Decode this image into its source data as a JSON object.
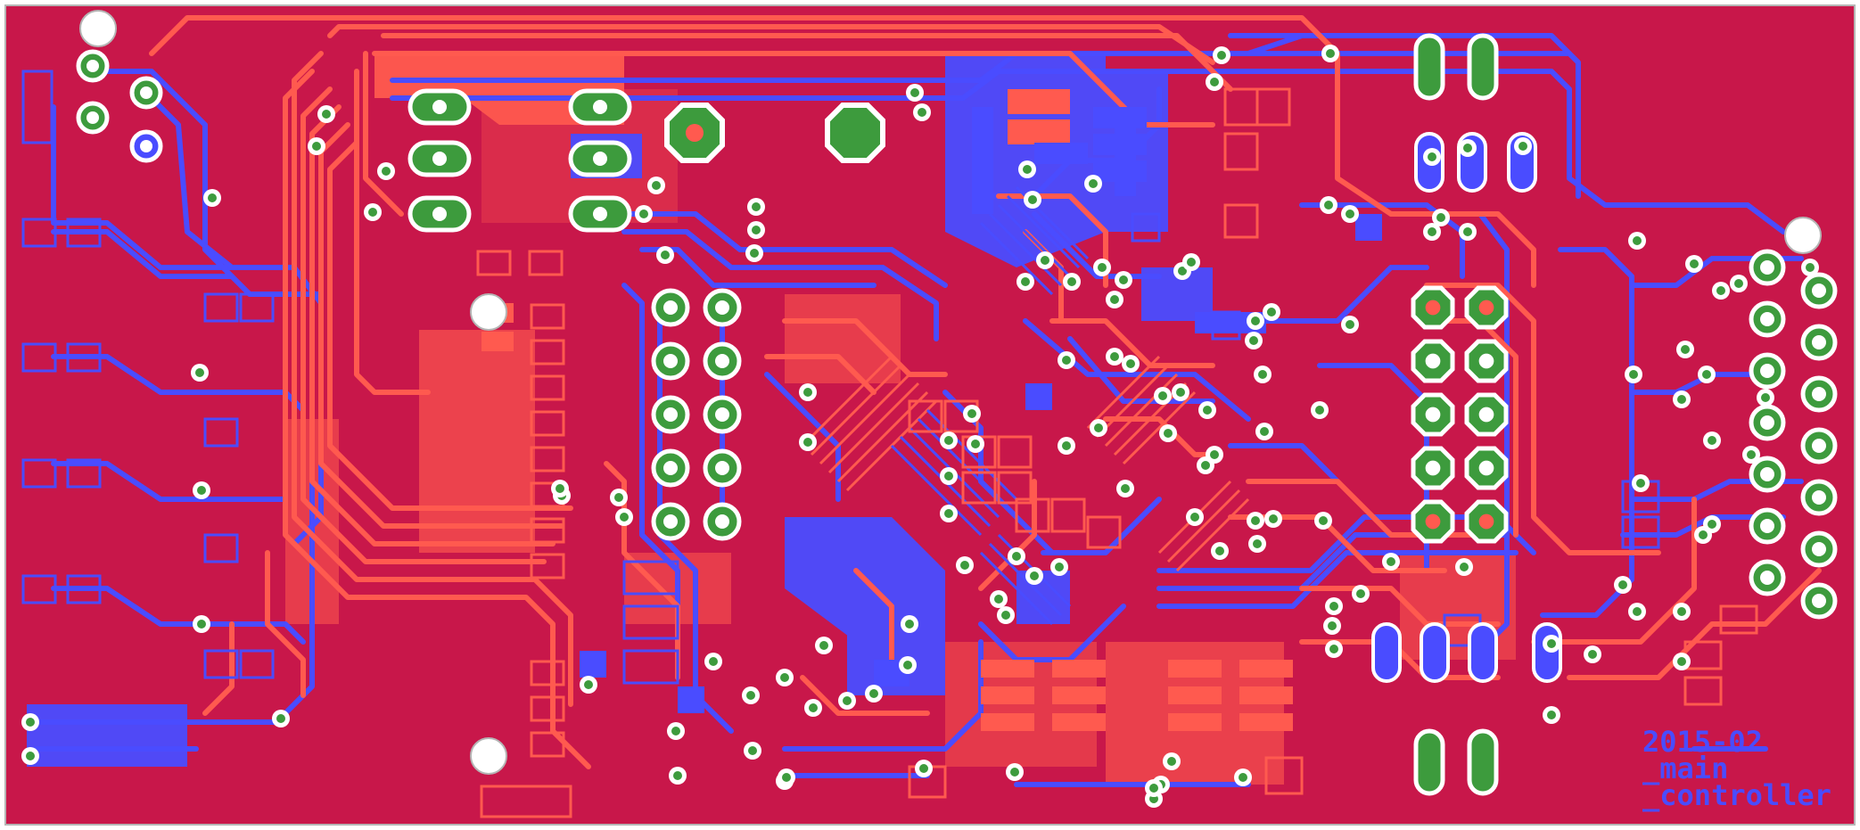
{
  "board": {
    "colors": {
      "substrate": "#c8174a",
      "top_copper": "#ff5a4f",
      "bottom_copper": "#4a4cff",
      "pad_green": "#3d9b3d",
      "drill_hole": "#ffffff",
      "outline": "#b5b5b5"
    },
    "silkscreen": {
      "line1": "2015-02",
      "line2": "_main",
      "line3": "_controller"
    },
    "header_rows": [
      {
        "type": "pin-header",
        "pins": 6
      },
      {
        "type": "pin-header",
        "pins": 5
      },
      {
        "type": "pin-header",
        "pins": 7
      }
    ]
  }
}
